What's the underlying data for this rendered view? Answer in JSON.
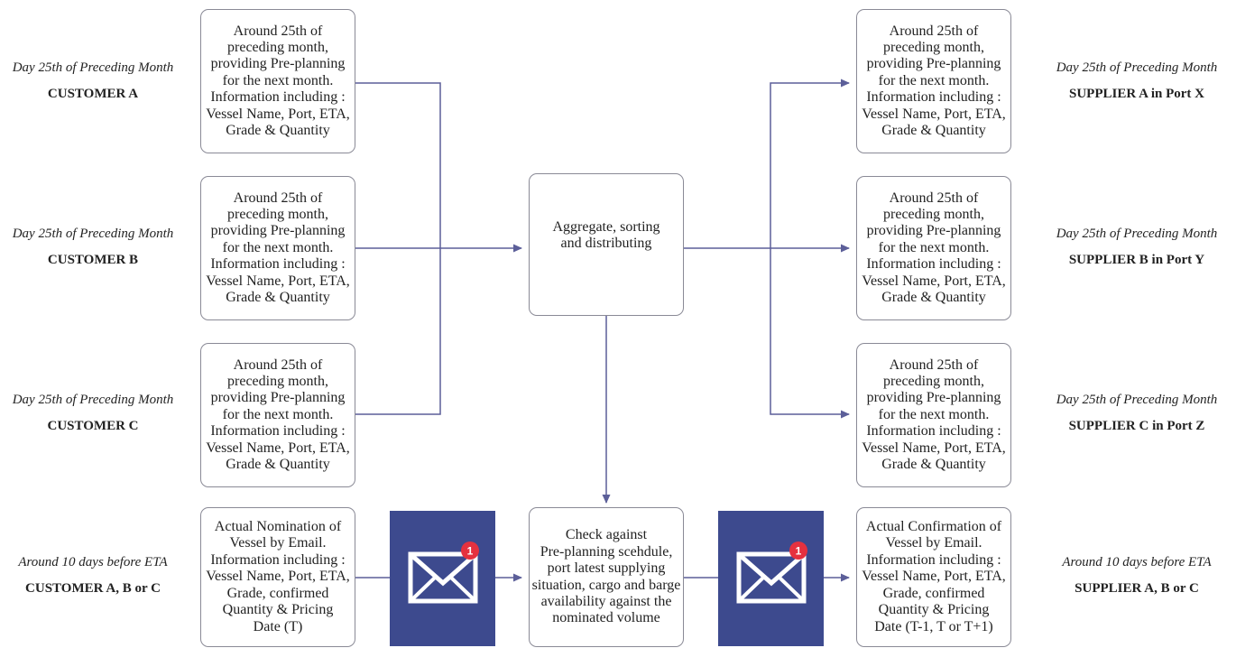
{
  "colors": {
    "arrow": "#5c5f99",
    "border": "#8a8a96",
    "email_bg": "#3d4a8e",
    "badge": "#e5313f"
  },
  "customers": [
    {
      "when": "Day 25th of Preceding Month",
      "who": "CUSTOMER A"
    },
    {
      "when": "Day 25th of Preceding Month",
      "who": "CUSTOMER B"
    },
    {
      "when": "Day 25th of Preceding Month",
      "who": "CUSTOMER C"
    },
    {
      "when": "Around 10 days before ETA",
      "who": "CUSTOMER A, B or C"
    }
  ],
  "suppliers": [
    {
      "when": "Day 25th of Preceding Month",
      "who": "SUPPLIER A in Port X"
    },
    {
      "when": "Day 25th of Preceding Month",
      "who": "SUPPLIER B in Port Y"
    },
    {
      "when": "Day 25th of Preceding Month",
      "who": "SUPPLIER C in Port Z"
    },
    {
      "when": "Around 10 days before ETA",
      "who": "SUPPLIER A, B or C"
    }
  ],
  "boxes": {
    "preplan_text": "Around 25th of\npreceding month,\nproviding Pre-planning\nfor the next month.\nInformation including :\nVessel Name, Port, ETA,\nGrade & Quantity",
    "aggregate": "Aggregate, sorting\nand distributing",
    "check": "Check against\nPre-planning scehdule,\nport latest supplying\nsituation, cargo and barge\navailability against the\nnominated volume",
    "nomination": "Actual Nomination of\nVessel by Email.\nInformation including :\nVessel Name, Port, ETA,\nGrade, confirmed\nQuantity & Pricing\nDate (T)",
    "confirmation": "Actual Confirmation of\nVessel by Email.\nInformation including :\nVessel Name, Port, ETA,\nGrade, confirmed\nQuantity & Pricing\nDate (T-1, T or T+1)"
  },
  "email_icons": [
    {
      "icon": "envelope-icon",
      "badge": "1"
    },
    {
      "icon": "envelope-icon",
      "badge": "1"
    }
  ]
}
